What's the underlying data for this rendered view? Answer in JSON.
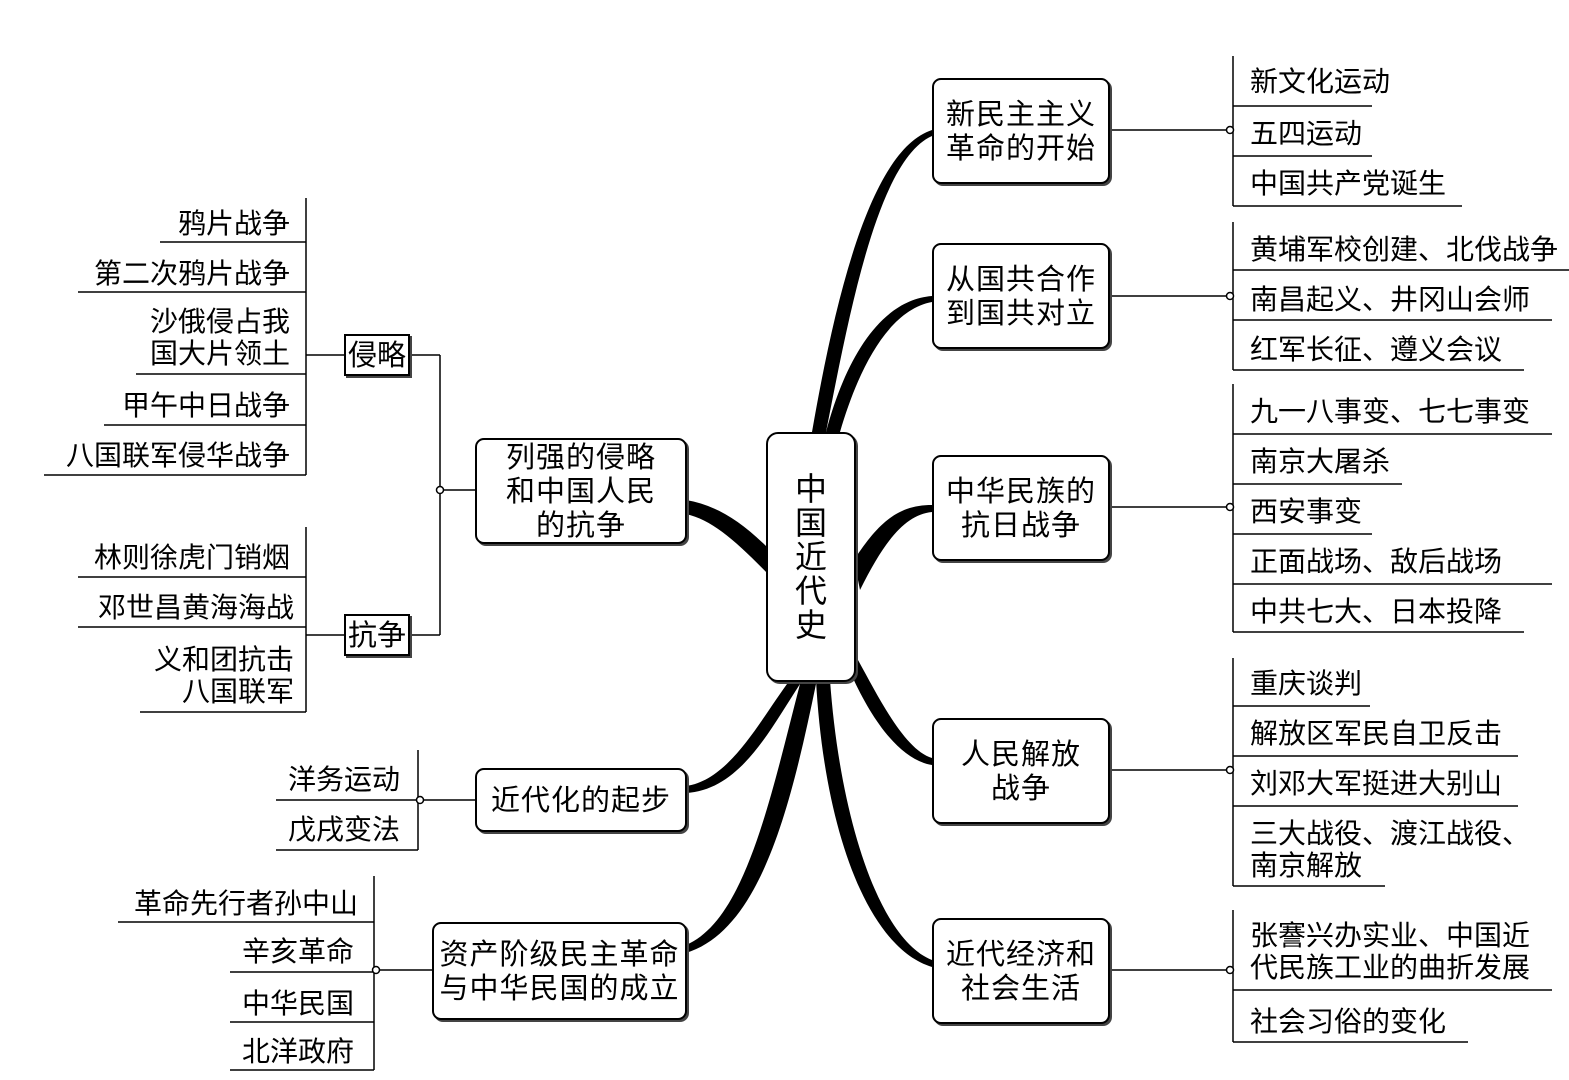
{
  "center": "中\n国\n近\n代\n史",
  "left": {
    "aggression": {
      "title": "列强的侵略\n和中国人民\n的抗争",
      "invasion_label": "侵略",
      "invasion_items": [
        "鸦片战争",
        "第二次鸦片战争",
        "沙俄侵占我\n国大片领土",
        "甲午中日战争",
        "八国联军侵华战争"
      ],
      "resistance_label": "抗争",
      "resistance_items": [
        "林则徐虎门销烟",
        "邓世昌黄海海战",
        "义和团抗击\n八国联军"
      ]
    },
    "modernization": {
      "title": "近代化的起步",
      "items": [
        "洋务运动",
        "戊戌变法"
      ]
    },
    "revolution": {
      "title": "资产阶级民主革命\n与中华民国的成立",
      "items": [
        "革命先行者孙中山",
        "辛亥革命",
        "中华民国",
        "北洋政府"
      ]
    }
  },
  "right": {
    "new_democratic": {
      "title": "新民主主义\n革命的开始",
      "items": [
        "新文化运动",
        "五四运动",
        "中国共产党诞生"
      ]
    },
    "kmt_cpc": {
      "title": "从国共合作\n到国共对立",
      "items": [
        "黄埔军校创建、北伐战争",
        "南昌起义、井冈山会师",
        "红军长征、遵义会议"
      ]
    },
    "anti_japanese": {
      "title": "中华民族的\n抗日战争",
      "items": [
        "九一八事变、七七事变",
        "南京大屠杀",
        "西安事变",
        "正面战场、敌后战场",
        "中共七大、日本投降"
      ]
    },
    "liberation": {
      "title": "人民解放\n战争",
      "items": [
        "重庆谈判",
        "解放区军民自卫反击",
        "刘邓大军挺进大别山",
        "三大战役、渡江战役、\n南京解放"
      ]
    },
    "economy": {
      "title": "近代经济和\n社会生活",
      "items": [
        "张謇兴办实业、中国近\n代民族工业的曲折发展",
        "社会习俗的变化"
      ]
    }
  }
}
